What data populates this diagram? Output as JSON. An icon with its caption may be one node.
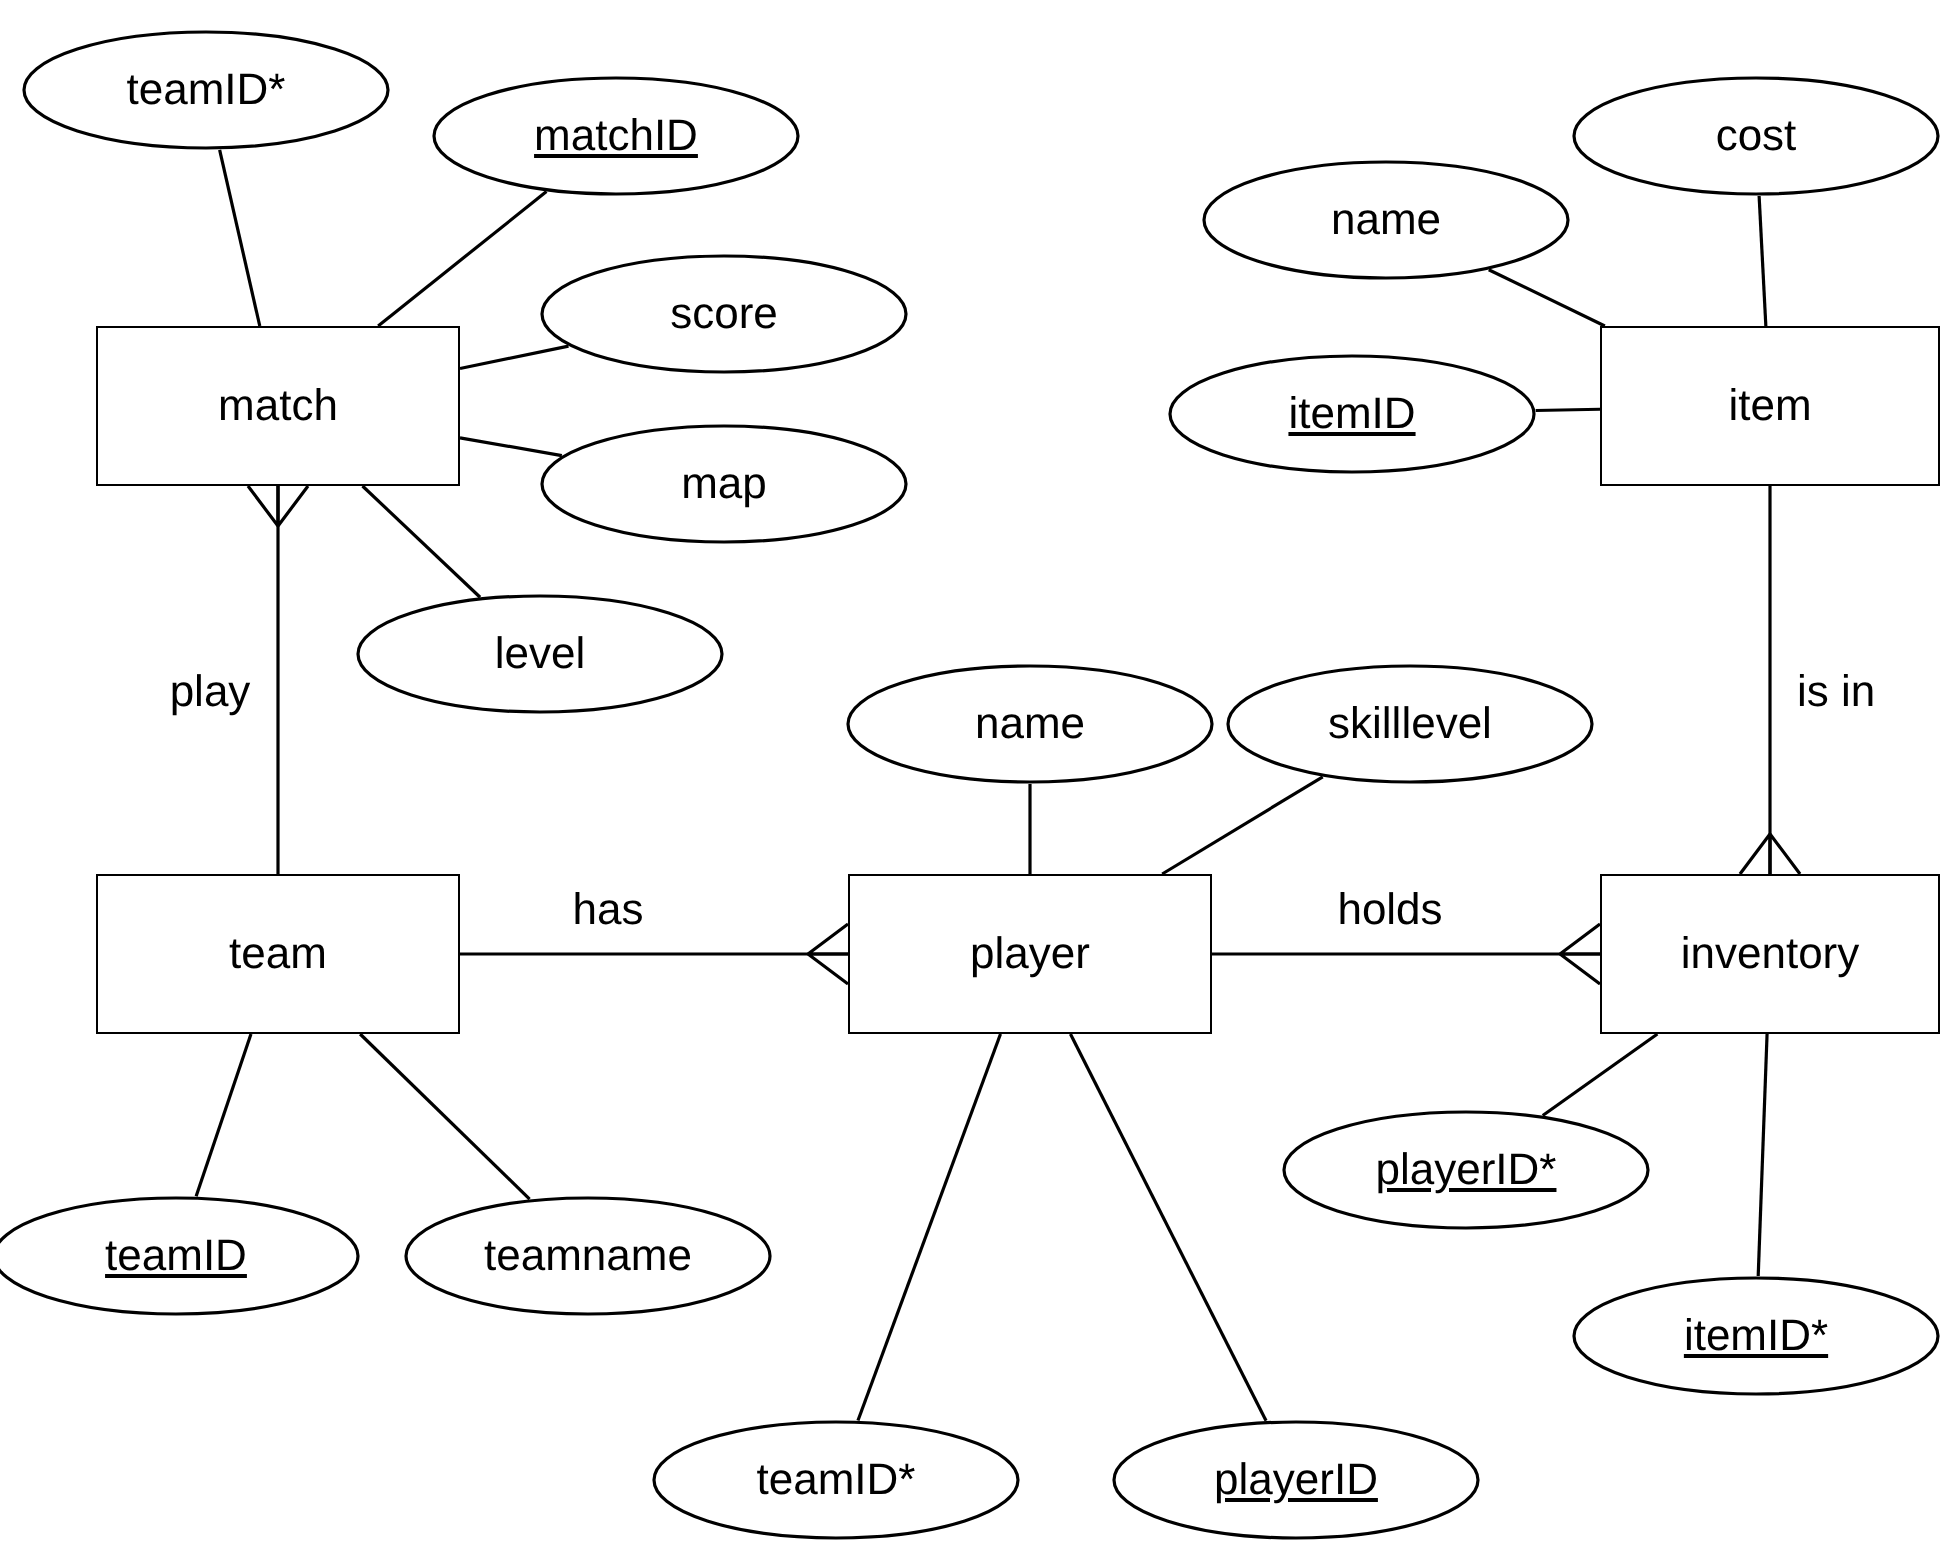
{
  "diagram": {
    "nodes": [
      {
        "text": [
          "match"
        ]
      },
      {
        "text": [
          "teamID*"
        ]
      },
      {
        "text": [
          "matchID"
        ]
      },
      {
        "text": [
          "score"
        ]
      },
      {
        "text": [
          "map"
        ]
      },
      {
        "text": [
          "level"
        ]
      },
      {
        "text": [
          "item"
        ]
      },
      {
        "text": [
          "name"
        ]
      },
      {
        "text": [
          "cost"
        ]
      },
      {
        "text": [
          "itemID"
        ]
      },
      {
        "text": [
          "team"
        ]
      },
      {
        "text": [
          "player"
        ]
      },
      {
        "text": [
          "name"
        ]
      },
      {
        "text": [
          "skilllevel"
        ]
      },
      {
        "text": [
          "inventory"
        ]
      },
      {
        "text": [
          "teamID"
        ]
      },
      {
        "text": [
          "teamname"
        ]
      },
      {
        "text": [
          "teamID*"
        ]
      },
      {
        "text": [
          "playerID"
        ]
      },
      {
        "text": [
          "playerID*"
        ]
      },
      {
        "text": [
          "itemID*"
        ]
      }
    ],
    "edges": [
      {
        "from": 1,
        "to": 0,
        "arrow": "none"
      },
      {
        "from": 2,
        "to": 0,
        "arrow": "none"
      },
      {
        "from": 3,
        "to": 0,
        "arrow": "none"
      },
      {
        "from": 4,
        "to": 0,
        "arrow": "none"
      },
      {
        "from": 5,
        "to": 0,
        "arrow": "none"
      },
      {
        "from": 10,
        "to": 0,
        "arrow": "other",
        "label": "play"
      },
      {
        "from": 7,
        "to": 6,
        "arrow": "none"
      },
      {
        "from": 8,
        "to": 6,
        "arrow": "none"
      },
      {
        "from": 9,
        "to": 6,
        "arrow": "none"
      },
      {
        "from": 6,
        "to": 14,
        "arrow": "other",
        "label": "is in"
      },
      {
        "from": 10,
        "to": 11,
        "arrow": "other",
        "label": "has"
      },
      {
        "from": 11,
        "to": 14,
        "arrow": "other",
        "label": "holds"
      },
      {
        "from": 12,
        "to": 11,
        "arrow": "none"
      },
      {
        "from": 13,
        "to": 11,
        "arrow": "none"
      },
      {
        "from": 15,
        "to": 10,
        "arrow": "none"
      },
      {
        "from": 16,
        "to": 10,
        "arrow": "none"
      },
      {
        "from": 17,
        "to": 11,
        "arrow": "none"
      },
      {
        "from": 18,
        "to": 11,
        "arrow": "none"
      },
      {
        "from": 19,
        "to": 14,
        "arrow": "none"
      },
      {
        "from": 20,
        "to": 14,
        "arrow": "none"
      }
    ]
  }
}
